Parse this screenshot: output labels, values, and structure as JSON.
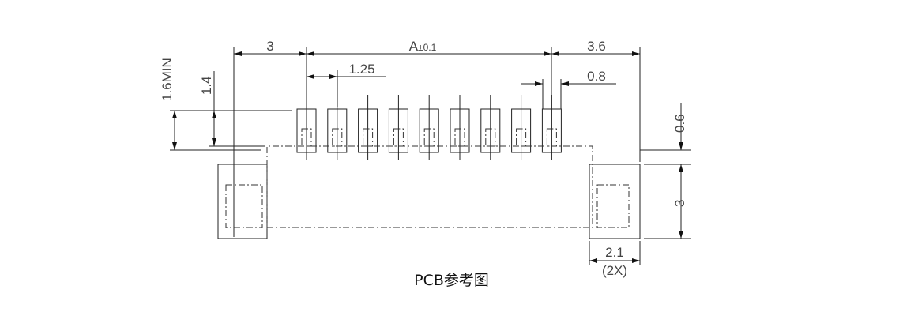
{
  "caption": "PCB参考图",
  "dimensions": {
    "left_offset": "3",
    "pitch_span": "A",
    "pitch_span_tol": "±0.1",
    "right_offset": "3.6",
    "pitch": "1.25",
    "pad_width": "0.8",
    "min_height": "1.6MIN",
    "pad_height": "1.4",
    "gap": "0.6",
    "mount_height": "3",
    "mount_width": "2.1",
    "mount_count": "(2X)"
  },
  "pad_count": 9
}
